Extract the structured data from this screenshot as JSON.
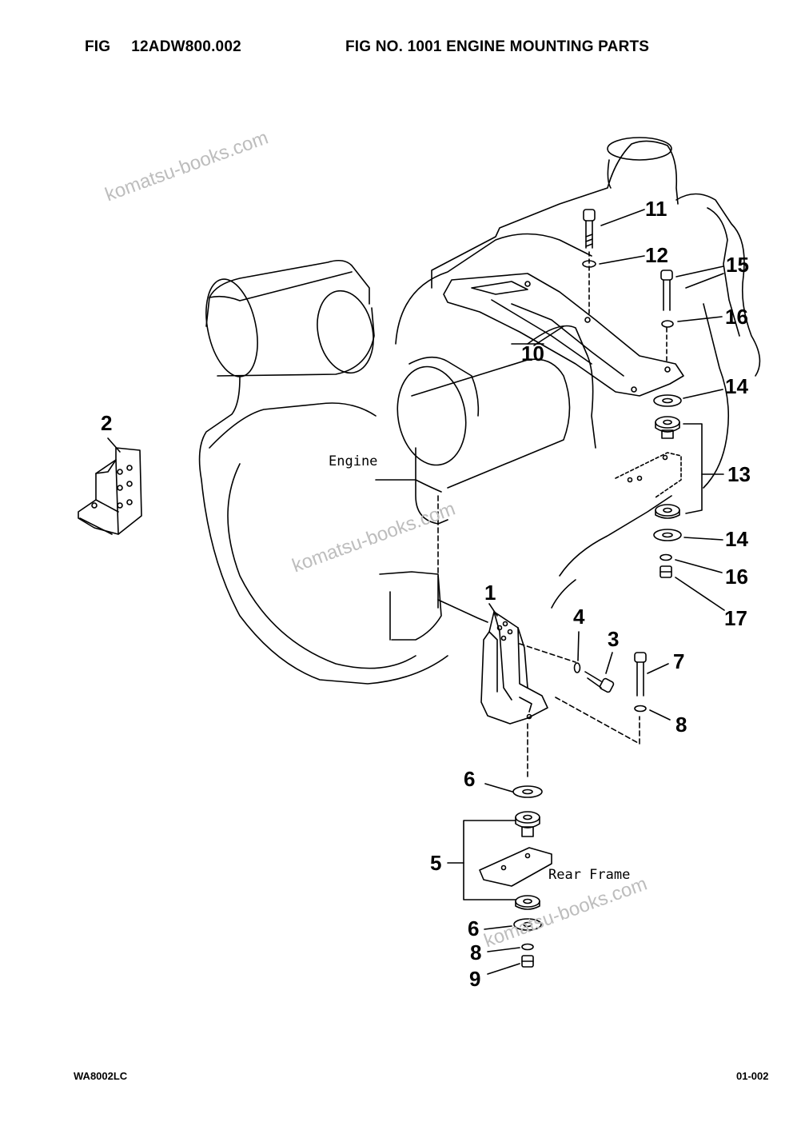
{
  "header": {
    "fig_label": "FIG",
    "fig_code": "12ADW800.002",
    "title": "FIG NO. 1001 ENGINE MOUNTING PARTS"
  },
  "footer": {
    "left": "WA8002LC",
    "right": "01-002"
  },
  "diagram_labels": {
    "engine": "Engine",
    "rear_frame": "Rear Frame"
  },
  "callouts": [
    "1",
    "2",
    "3",
    "4",
    "5",
    "6",
    "6",
    "7",
    "8",
    "8",
    "9",
    "10",
    "11",
    "12",
    "13",
    "14",
    "14",
    "15",
    "16",
    "16",
    "17"
  ],
  "watermark": "komatsu-books.com"
}
